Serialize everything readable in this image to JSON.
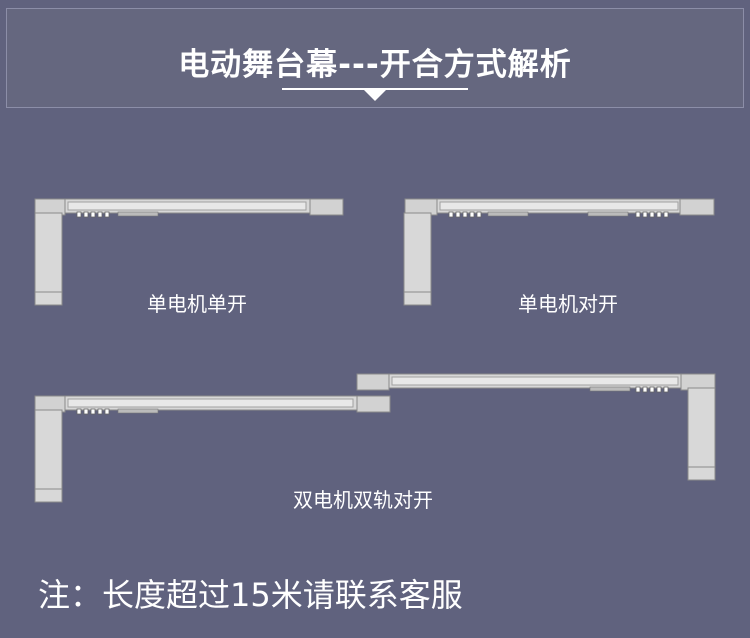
{
  "header": {
    "title": "电动舞台幕---开合方式解析"
  },
  "diagrams": {
    "single_motor_single_open": "单电机单开",
    "single_motor_center_open": "单电机对开",
    "dual_motor_dual_track_center_open": "双电机双轨对开"
  },
  "footer": {
    "note": "注：长度超过15米请联系客服"
  },
  "colors": {
    "background": "#60627e",
    "track": "#d8d8d8",
    "outline": "#8a8a8a"
  }
}
